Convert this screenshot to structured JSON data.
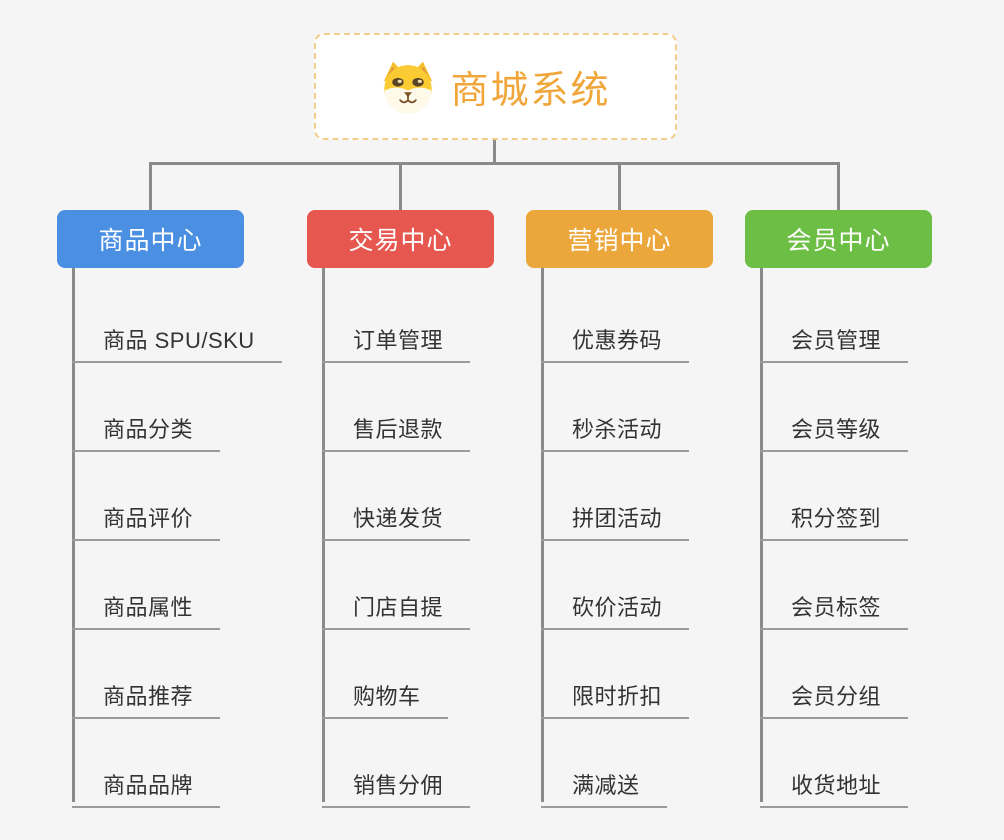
{
  "root": {
    "title": "商城系统",
    "icon": "dog-face",
    "text_color": "#F0A63A",
    "border_color": "#F3CD8C",
    "background": "#FFFFFF"
  },
  "canvas_background": "#F5F5F6",
  "connector_color": "#8A8A8A",
  "leaf_underline_color": "#9B9B9B",
  "leaf_text_color": "#333333",
  "branches": [
    {
      "label": "商品中心",
      "color": "#4A8FE2",
      "children": [
        "商品 SPU/SKU",
        "商品分类",
        "商品评价",
        "商品属性",
        "商品推荐",
        "商品品牌"
      ]
    },
    {
      "label": "交易中心",
      "color": "#E5574F",
      "children": [
        "订单管理",
        "售后退款",
        "快递发货",
        "门店自提",
        "购物车",
        "销售分佣"
      ]
    },
    {
      "label": "营销中心",
      "color": "#ECA73C",
      "children": [
        "优惠券码",
        "秒杀活动",
        "拼团活动",
        "砍价活动",
        "限时折扣",
        "满减送"
      ]
    },
    {
      "label": "会员中心",
      "color": "#6CBE45",
      "children": [
        "会员管理",
        "会员等级",
        "积分签到",
        "会员标签",
        "会员分组",
        "收货地址"
      ]
    }
  ]
}
